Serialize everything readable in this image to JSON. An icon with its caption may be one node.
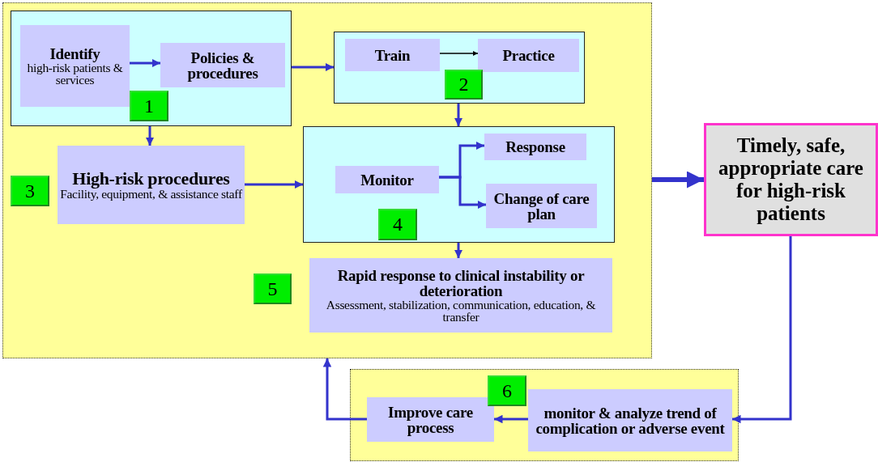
{
  "diagram": {
    "nodes": [
      {
        "text": [],
        "shape": "box"
      },
      {
        "text": [],
        "shape": "box",
        "in": 0
      },
      {
        "text": [
          "Identify",
          "high-risk patients & services"
        ],
        "in": 1
      },
      {
        "text": [
          "Policies & procedures"
        ],
        "in": 1
      },
      {
        "text": [
          "1"
        ],
        "in": 1
      },
      {
        "text": [],
        "shape": "box",
        "in": 0
      },
      {
        "text": [
          "Train"
        ],
        "in": 5
      },
      {
        "text": [
          "Practice"
        ],
        "in": 5
      },
      {
        "text": [
          "2"
        ],
        "in": 5
      },
      {
        "text": [
          "3"
        ],
        "in": 0
      },
      {
        "text": [
          "High-risk procedures",
          "Facility, equipment, & assistance staff"
        ],
        "in": 0
      },
      {
        "text": [],
        "shape": "box",
        "in": 0
      },
      {
        "text": [
          "Monitor"
        ],
        "in": 11
      },
      {
        "text": [
          "Response"
        ],
        "in": 11
      },
      {
        "text": [
          "Change of care plan"
        ],
        "in": 11
      },
      {
        "text": [
          "4"
        ],
        "in": 11
      },
      {
        "text": [
          "5"
        ],
        "in": 0
      },
      {
        "text": [
          "Rapid response to clinical instability or deterioration",
          "Assessment, stabilization, communication, education, & transfer"
        ],
        "in": 0
      },
      {
        "text": [
          "Timely, safe, appropriate care for high-risk patients"
        ]
      },
      {
        "text": [],
        "shape": "box"
      },
      {
        "text": [
          "Improve care process"
        ],
        "in": 19
      },
      {
        "text": [
          "6"
        ],
        "in": 19
      },
      {
        "text": [
          "monitor & analyze trend of complication or adverse event"
        ],
        "in": 19
      }
    ],
    "edges": [
      {
        "from": 2,
        "to": 3,
        "arrow": "to"
      },
      {
        "from": 1,
        "to": 5,
        "arrow": "to"
      },
      {
        "from": 6,
        "to": 7,
        "arrow": "to",
        "color": "#000000"
      },
      {
        "from": 5,
        "to": 11,
        "arrow": "to"
      },
      {
        "from": 1,
        "to": 10,
        "arrow": "to"
      },
      {
        "from": 10,
        "to": 11,
        "arrow": "to"
      },
      {
        "from": 12,
        "to": 13,
        "arrow": "to"
      },
      {
        "from": 12,
        "to": 14,
        "arrow": "to"
      },
      {
        "from": 11,
        "to": 17,
        "arrow": "to"
      },
      {
        "from": 0,
        "to": 18,
        "arrow": "to",
        "style": "thick"
      },
      {
        "from": 18,
        "to": 22,
        "arrow": "to"
      },
      {
        "from": 22,
        "to": 20,
        "arrow": "to"
      },
      {
        "from": 20,
        "to": 0,
        "arrow": "to"
      }
    ]
  }
}
